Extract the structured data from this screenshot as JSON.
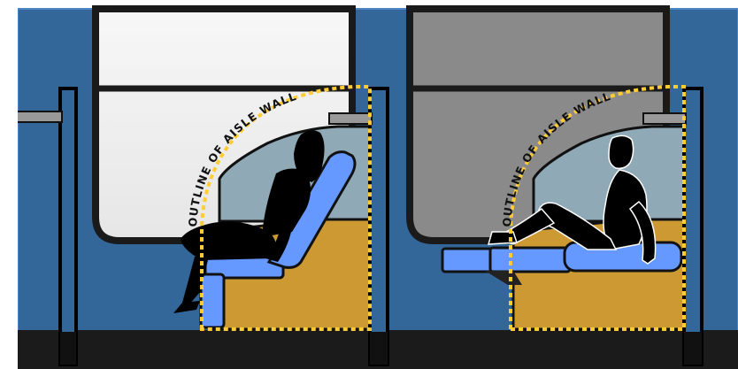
{
  "panels": [
    {
      "id": "left",
      "label": "OUTLINE OF AISLE WALL",
      "pose": "seated-upright"
    },
    {
      "id": "right",
      "label": "OUTLINE OF AISLE WALL",
      "pose": "reclined-flat"
    }
  ],
  "colors": {
    "wall": "#336699",
    "wall_edge": "#4d86c6",
    "floor": "#1b1b1b",
    "window_left": "#eeeeee",
    "window_right": "#8a8a8a",
    "outline_dashed": "#ffcc33",
    "seat_cushion": "#6699ff",
    "seat_base": "#cc9933",
    "inner_panel": "#8fa9b6",
    "figure": "#000000"
  }
}
